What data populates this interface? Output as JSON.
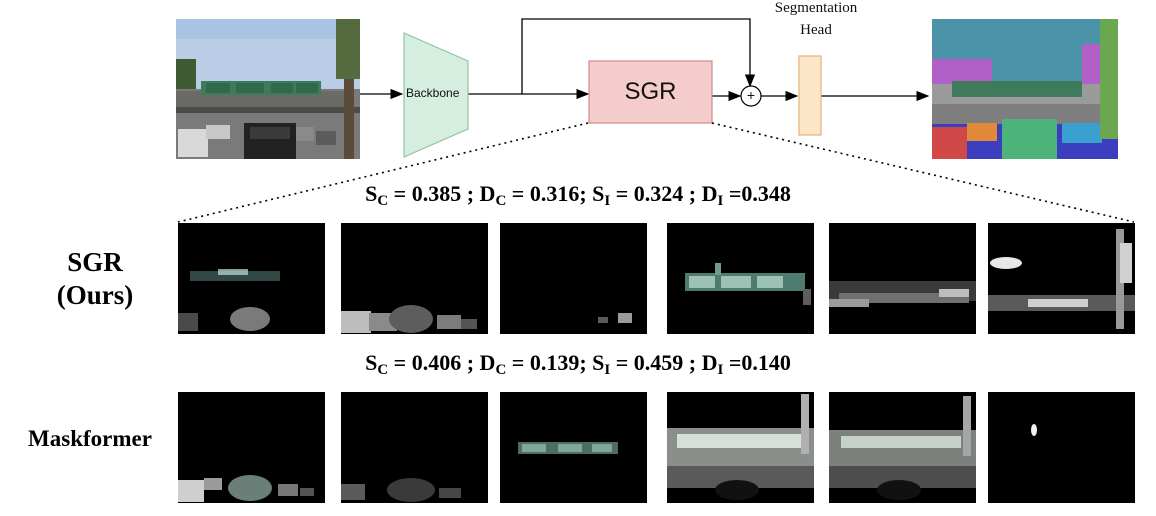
{
  "diagram": {
    "backbone_label": "Backbone",
    "sgr_label": "SGR",
    "plus_symbol": "+",
    "seg_head_label_line1": "Segmentation",
    "seg_head_label_line2": "Head",
    "colors": {
      "backbone_fill": "#d6eedf",
      "backbone_stroke": "#8fc3a3",
      "sgr_fill": "#f4cccc",
      "sgr_stroke": "#d08a8a",
      "head_fill": "#fde6c8",
      "head_stroke": "#e7b27a"
    }
  },
  "rows": [
    {
      "title_line1": "SGR",
      "title_line2": "(Ours)",
      "metrics": {
        "sc": "0.385",
        "dc": "0.316",
        "si": "0.324",
        "di": "0.348"
      }
    },
    {
      "title_line1": "Maskformer",
      "title_line2": "",
      "metrics": {
        "sc": "0.406",
        "dc": "0.139",
        "si": "0.459",
        "di": "0.140"
      }
    }
  ],
  "metric_symbols": {
    "s": "S",
    "d": "D",
    "c_sub": "C",
    "i_sub": "I",
    "eq": " = ",
    "sep": " ; ",
    "sep2": ";  ",
    "eq_tight": " ="
  }
}
